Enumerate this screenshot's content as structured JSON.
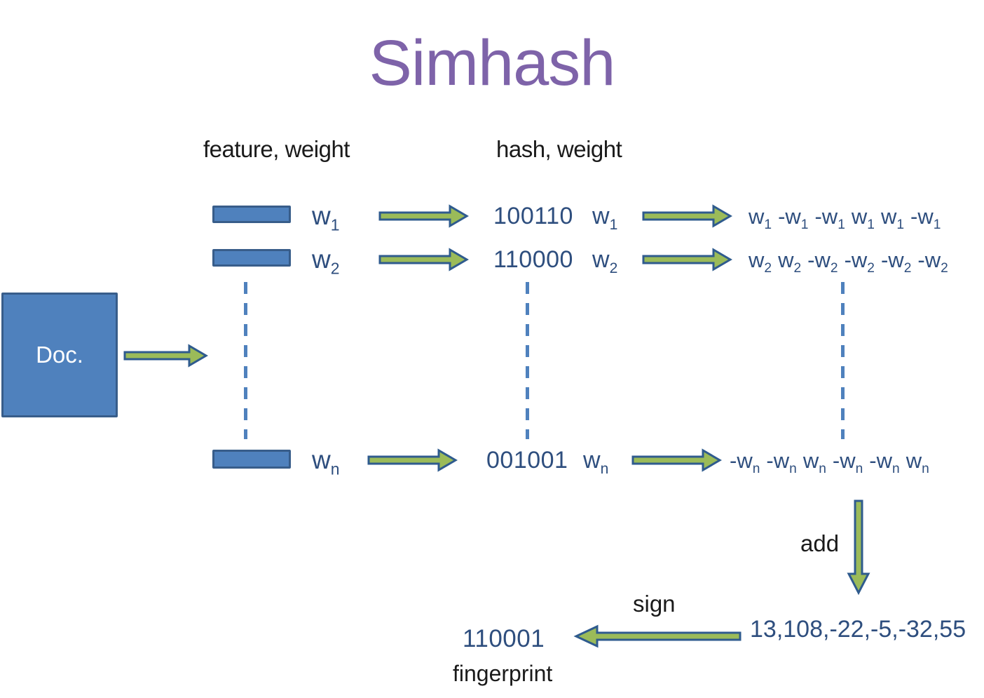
{
  "title": "Simhash",
  "headers": {
    "feature": "feature, weight",
    "hash": "hash, weight"
  },
  "doc": {
    "label": "Doc."
  },
  "rows": [
    {
      "feature_weight": "w1",
      "hash_bits": "100110",
      "hash_weight": "w1",
      "bit_weights": [
        "w1",
        "-w1",
        "-w1",
        "w1",
        "w1",
        "-w1"
      ]
    },
    {
      "feature_weight": "w2",
      "hash_bits": "110000",
      "hash_weight": "w2",
      "bit_weights": [
        "w2",
        "w2",
        "-w2",
        "-w2",
        "-w2",
        "-w2"
      ]
    },
    {
      "feature_weight": "wn",
      "hash_bits": "001001",
      "hash_weight": "wn",
      "bit_weights": [
        "-wn",
        "-wn",
        "wn",
        "-wn",
        "-wn",
        "wn"
      ]
    }
  ],
  "add_label": "add",
  "sign_label": "sign",
  "sum_vector": "13,108,-22,-5,-32,55",
  "fingerprint": {
    "value": "110001",
    "label": "fingerprint"
  },
  "colors": {
    "title_text": "#7E63A9",
    "shape_fill": "#4F81BD",
    "shape_border": "#385D8A",
    "arrow_fill": "#9BBB59",
    "arrow_border": "#2F5B8E",
    "blue_text": "#2E4E7E",
    "doc_text": "#FFFFFF",
    "text": "#1A1A1A"
  }
}
